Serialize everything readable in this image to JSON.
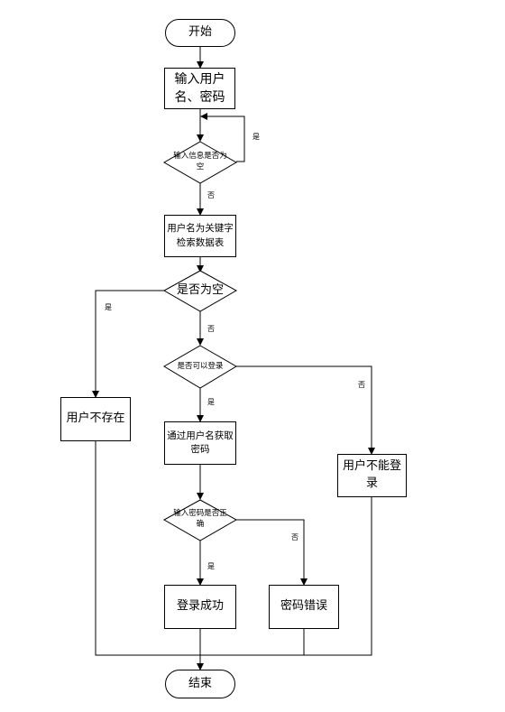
{
  "nodes": {
    "start": "开始",
    "input": "输入用户\n名、密码",
    "check_empty_info": "输入信息是否为\n空",
    "search": "用户名为关键字\n检索数据表",
    "check_empty": "是否为空",
    "check_login": "是否可以登录",
    "get_password": "通过用户名获取\n密码",
    "check_password": "输入密码是否正\n确",
    "user_not_exist": "用户不存在",
    "cannot_login": "用户不能登\n录",
    "success": "登录成功",
    "wrong_password": "密码错误",
    "end": "结束"
  },
  "labels": {
    "yes_1": "是",
    "no_1": "否",
    "yes_2": "是",
    "no_2": "否",
    "yes_3": "是",
    "no_3": "否",
    "yes_4": "是",
    "no_4": "否"
  }
}
